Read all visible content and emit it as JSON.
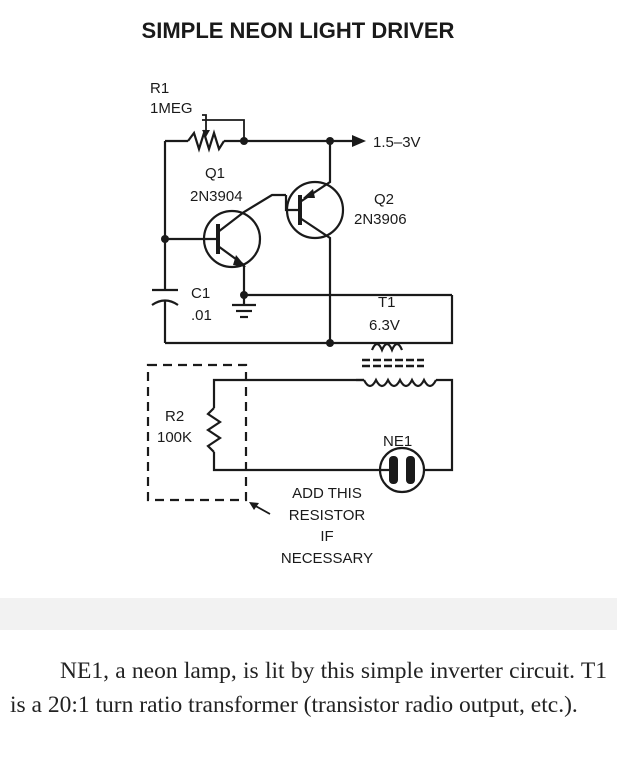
{
  "title": "SIMPLE NEON LIGHT DRIVER",
  "components": {
    "r1": {
      "ref": "R1",
      "value": "1MEG"
    },
    "q1": {
      "ref": "Q1",
      "part": "2N3904"
    },
    "q2": {
      "ref": "Q2",
      "part": "2N3906"
    },
    "c1": {
      "ref": "C1",
      "value": ".01"
    },
    "t1": {
      "ref": "T1",
      "value": "6.3V"
    },
    "r2": {
      "ref": "R2",
      "value": "100K"
    },
    "ne1": {
      "ref": "NE1"
    }
  },
  "supply": "1.5–3V",
  "note": {
    "line1": "ADD THIS",
    "line2": "RESISTOR",
    "line3": "IF",
    "line4": "NECESSARY"
  },
  "caption": "NE1, a neon lamp, is lit by this simple inverter circuit. T1 is a 20:1 turn ratio transformer (transistor radio output, etc.)."
}
